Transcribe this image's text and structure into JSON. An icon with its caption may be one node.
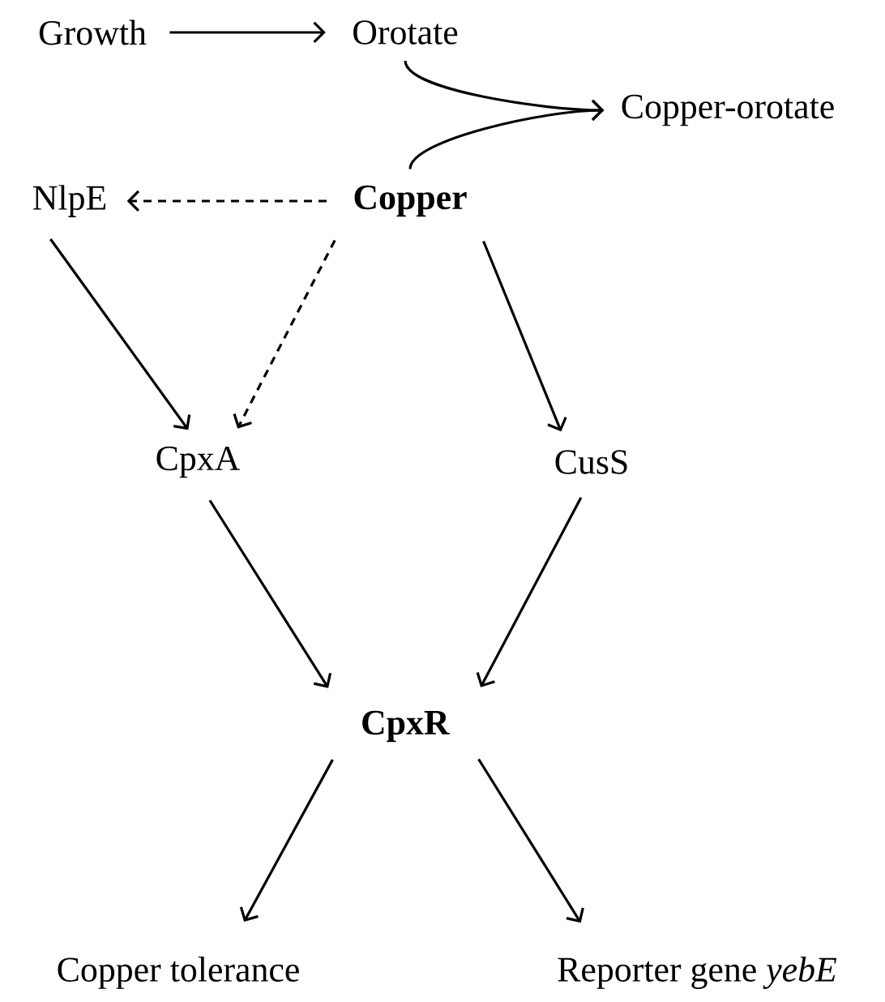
{
  "diagram": {
    "nodes": [
      {
        "text": [
          "Growth"
        ]
      },
      {
        "text": [
          "Orotate"
        ]
      },
      {
        "text": [
          "Copper-orotate"
        ]
      },
      {
        "text": [
          "NlpE"
        ]
      },
      {
        "text": [
          "**Copper**"
        ]
      },
      {
        "text": [
          "CpxA"
        ]
      },
      {
        "text": [
          "CusS"
        ]
      },
      {
        "text": [
          "**CpxR**"
        ]
      },
      {
        "text": [
          "Copper tolerance"
        ]
      },
      {
        "text": [
          "Reporter gene *yebE*"
        ]
      }
    ],
    "edges": [
      {
        "from": 0,
        "to": 1,
        "arrow": "to"
      },
      {
        "from": 1,
        "to": 2,
        "arrow": "to"
      },
      {
        "from": 4,
        "to": 2,
        "arrow": "to"
      },
      {
        "from": 4,
        "to": 3,
        "arrow": "to",
        "style": "dashed"
      },
      {
        "from": 3,
        "to": 5,
        "arrow": "to"
      },
      {
        "from": 4,
        "to": 5,
        "arrow": "to",
        "style": "dashed"
      },
      {
        "from": 4,
        "to": 6,
        "arrow": "to"
      },
      {
        "from": 5,
        "to": 7,
        "arrow": "to"
      },
      {
        "from": 6,
        "to": 7,
        "arrow": "to"
      },
      {
        "from": 7,
        "to": 8,
        "arrow": "to"
      },
      {
        "from": 7,
        "to": 9,
        "arrow": "to"
      }
    ]
  }
}
